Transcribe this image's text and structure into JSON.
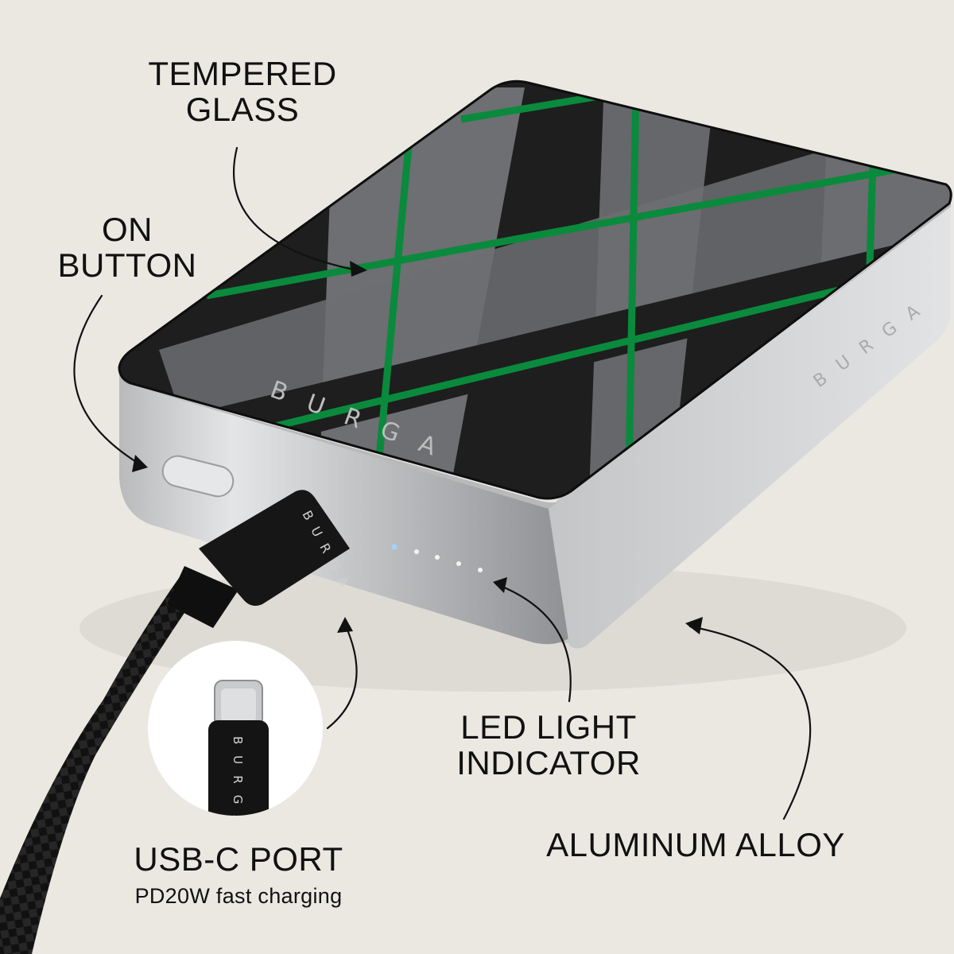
{
  "callouts": {
    "tempered_glass": [
      "TEMPERED",
      "GLASS"
    ],
    "on_button": [
      "ON",
      "BUTTON"
    ],
    "led_indicator": [
      "LED LIGHT",
      "INDICATOR"
    ],
    "aluminum_alloy": "ALUMINUM ALLOY",
    "usb_c": {
      "title": "USB-C PORT",
      "subtitle": "PD20W fast charging"
    }
  },
  "product": {
    "brand": "BURGA",
    "led_count": 5,
    "colors": {
      "background": "#ebe8e2",
      "glass_dark": "#1e1e1e",
      "glass_grey": "#6d6f72",
      "accent_green": "#0a8a3c",
      "aluminum": "#c9cacb"
    }
  }
}
